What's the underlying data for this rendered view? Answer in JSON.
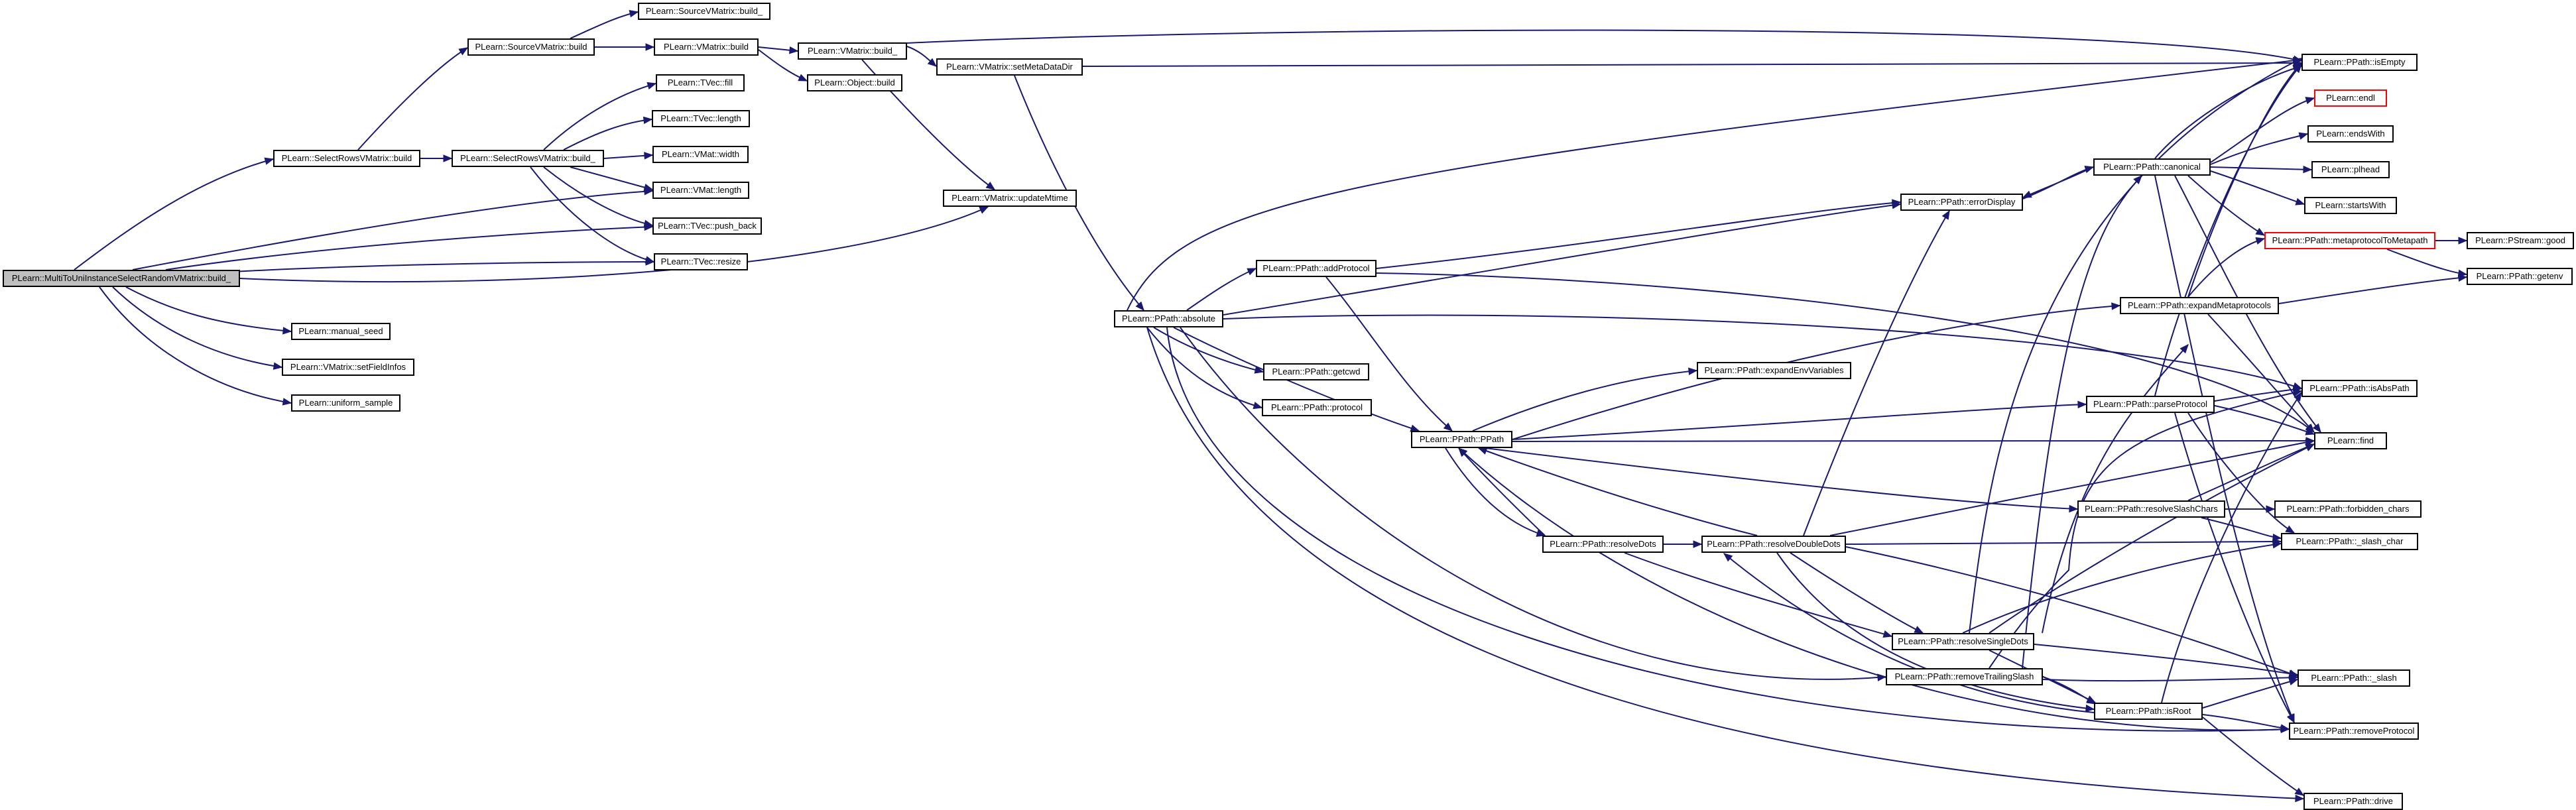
{
  "graph": {
    "root": {
      "label": "PLearn::MultiToUniInstanceSelectRandomVMatrix::build_"
    },
    "nodes": {
      "select_build": "PLearn::SelectRowsVMatrix::build",
      "source_build": "PLearn::SourceVMatrix::build",
      "source_build_": "PLearn::SourceVMatrix::build_",
      "vmatrix_build": "PLearn::VMatrix::build",
      "vmatrix_build_": "PLearn::VMatrix::build_",
      "object_build": "PLearn::Object::build",
      "setmetadatadir": "PLearn::VMatrix::setMetaDataDir",
      "updatemtime": "PLearn::VMatrix::updateMtime",
      "select_build_": "PLearn::SelectRowsVMatrix::build_",
      "tvec_fill": "PLearn::TVec::fill",
      "tvec_length": "PLearn::TVec::length",
      "vmat_width": "PLearn::VMat::width",
      "vmat_length": "PLearn::VMat::length",
      "tvec_push_back": "PLearn::TVec::push_back",
      "tvec_resize": "PLearn::TVec::resize",
      "manual_seed": "PLearn::manual_seed",
      "setfieldinfos": "PLearn::VMatrix::setFieldInfos",
      "uniform_sample": "PLearn::uniform_sample",
      "absolute": "PLearn::PPath::absolute",
      "addprotocol": "PLearn::PPath::addProtocol",
      "getcwd": "PLearn::PPath::getcwd",
      "protocol": "PLearn::PPath::protocol",
      "ppath": "PLearn::PPath::PPath",
      "expandenv": "PLearn::PPath::expandEnvVariables",
      "resolvedots": "PLearn::PPath::resolveDots",
      "resolvedoubledots": "PLearn::PPath::resolveDoubleDots",
      "errordisplay": "PLearn::PPath::errorDisplay",
      "canonical": "PLearn::PPath::canonical",
      "expandmeta": "PLearn::PPath::expandMetaprotocols",
      "parseprotocol": "PLearn::PPath::parseProtocol",
      "resolveslash": "PLearn::PPath::resolveSlashChars",
      "resolvesingle": "PLearn::PPath::resolveSingleDots",
      "removetrailing": "PLearn::PPath::removeTrailingSlash",
      "isroot": "PLearn::PPath::isRoot",
      "isempty": "PLearn::PPath::isEmpty",
      "endl": "PLearn::endl",
      "endswith": "PLearn::endsWith",
      "plhead": "PLearn::plhead",
      "startswith": "PLearn::startsWith",
      "metaprotocol": "PLearn::PPath::metaprotocolToMetapath",
      "pstream_good": "PLearn::PStream::good",
      "getenv": "PLearn::PPath::getenv",
      "isabspath": "PLearn::PPath::isAbsPath",
      "find": "PLearn::find",
      "forbidden": "PLearn::PPath::forbidden_chars",
      "slash_char": "PLearn::PPath::_slash_char",
      "slash": "PLearn::PPath::_slash",
      "removeprotocol": "PLearn::PPath::removeProtocol",
      "drive": "PLearn::PPath::drive"
    }
  },
  "colors": {
    "edge": "#191970",
    "node_border": "#000000",
    "root_fill": "#bfbfbf",
    "incomplete_border": "#ff0000"
  }
}
